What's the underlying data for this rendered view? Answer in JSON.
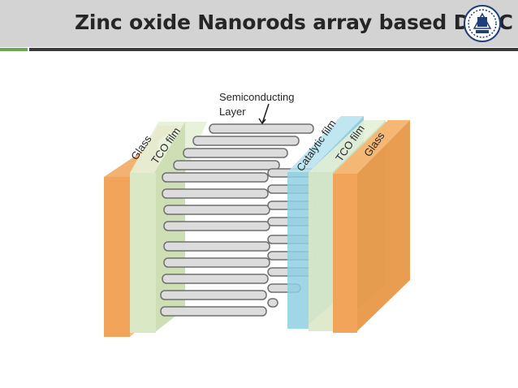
{
  "slide": {
    "title": "Zinc oxide Nanorods array based DSSC"
  },
  "labels": {
    "semiconducting_line1": "Semiconducting",
    "semiconducting_line2": "Layer",
    "glass_left": "Glass",
    "tco_left": "TCO film",
    "catalytic": "Catalytic film",
    "tco_right": "TCO film",
    "glass_right": "Glass"
  },
  "colors": {
    "title_bar": "#d3d3d3",
    "glass": "#f2a55a",
    "tco": "#dbe8c6",
    "catalytic": "#8fd1e4",
    "rod": "#dcdcdc",
    "accent": "#6aa84f"
  },
  "icons": {
    "logo": "institute-emblem-icon"
  }
}
